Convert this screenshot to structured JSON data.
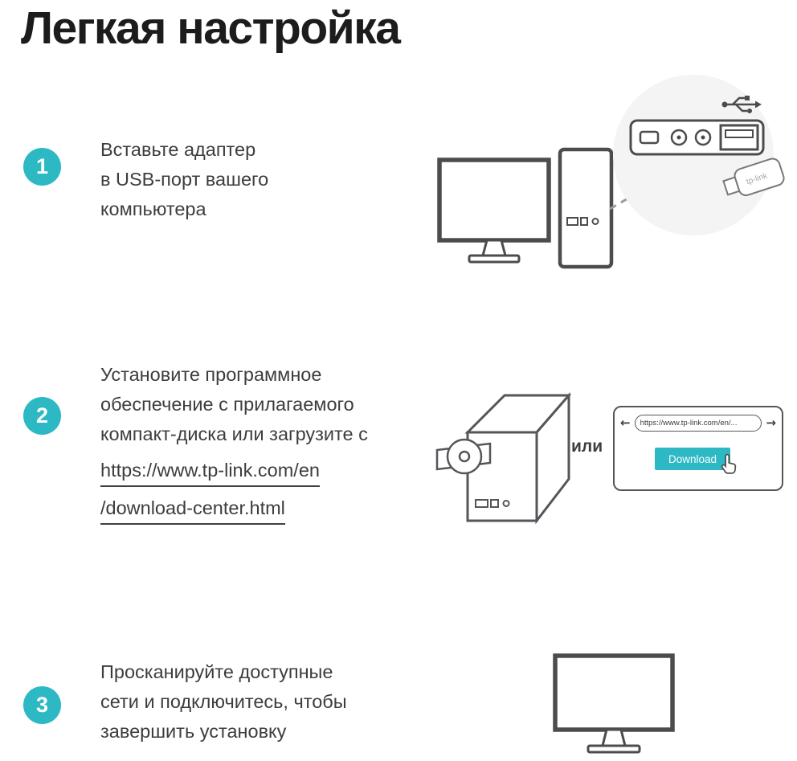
{
  "page": {
    "title": "Легкая настройка"
  },
  "colors": {
    "accent_teal": "#2db9c4",
    "text": "#3d3d3d",
    "line_art": "#4c4c4e"
  },
  "steps": [
    {
      "number": "1",
      "lines": [
        "Вставьте адаптер",
        "в USB-порт вашего",
        "компьютера"
      ]
    },
    {
      "number": "2",
      "lines": [
        "Установите программное",
        "обеспечение с прилагаемого",
        "компакт-диска или загрузите с"
      ],
      "link_lines": [
        "https://www.tp-link.com/en",
        "/download-center.html"
      ]
    },
    {
      "number": "3",
      "lines": [
        "Просканируйте доступные",
        "сети и подключитесь, чтобы",
        "завершить установку"
      ]
    }
  ],
  "illustrations": {
    "step1": {
      "adapter_brand": "tp-link"
    },
    "step2": {
      "or_label": "или",
      "back_icon": "←",
      "forward_icon": "→",
      "browser_url": "https://www.tp-link.com/en/...",
      "download_label": "Download"
    }
  }
}
